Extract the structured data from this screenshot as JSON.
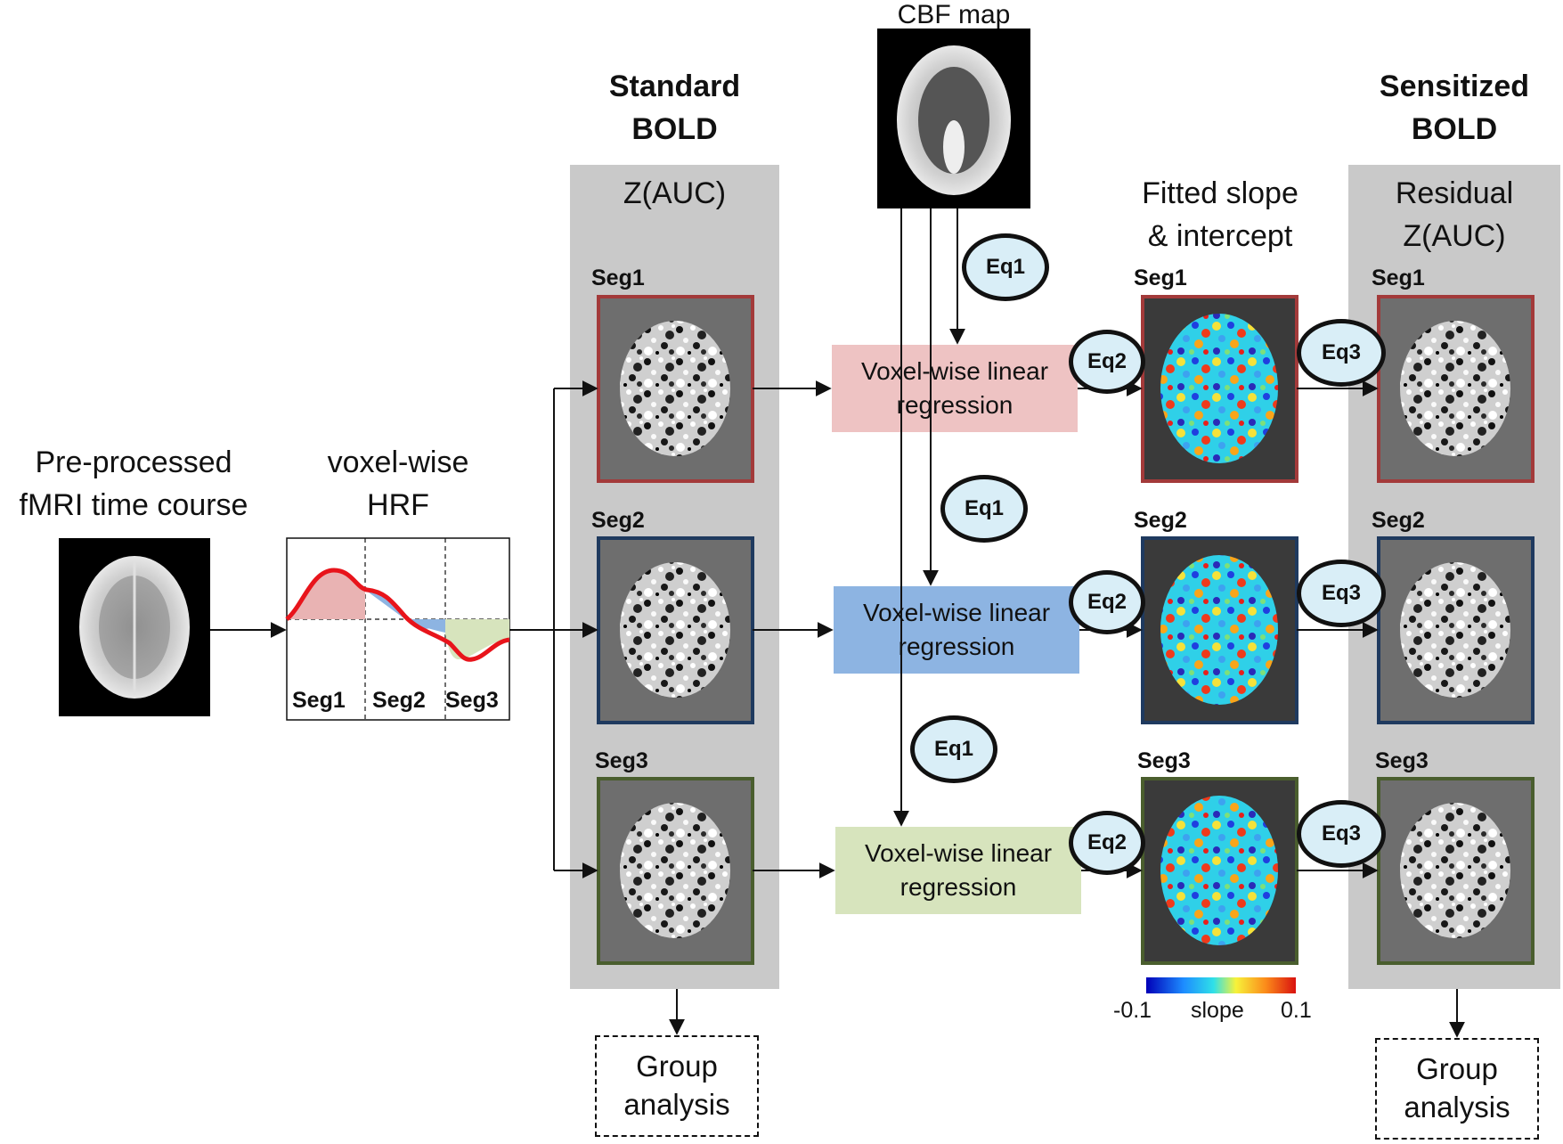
{
  "input": {
    "title_line1": "Pre-processed",
    "title_line2": "fMRI  time course"
  },
  "hrf": {
    "title_line1": "voxel-wise",
    "title_line2": "HRF",
    "segments": [
      "Seg1",
      "Seg2",
      "Seg3"
    ]
  },
  "standard": {
    "header_line1": "Standard",
    "header_line2": "BOLD",
    "panel_label": "Z(AUC)",
    "segments": [
      "Seg1",
      "Seg2",
      "Seg3"
    ],
    "group_line1": "Group",
    "group_line2": "analysis"
  },
  "cbf": {
    "label": "CBF map"
  },
  "regression": {
    "line1": "Voxel-wise linear",
    "line2": "regression"
  },
  "equations": {
    "eq1": "Eq1",
    "eq2": "Eq2",
    "eq3": "Eq3"
  },
  "fitted": {
    "title_line1": "Fitted slope",
    "title_line2": "& intercept",
    "segments": [
      "Seg1",
      "Seg2",
      "Seg3"
    ],
    "colorbar": {
      "min_label": "-0.1",
      "mid_label": "slope",
      "max_label": "0.1"
    }
  },
  "sensitized": {
    "header_line1": "Sensitized",
    "header_line2": "BOLD",
    "panel_line1": "Residual",
    "panel_line2": "Z(AUC)",
    "segments": [
      "Seg1",
      "Seg2",
      "Seg3"
    ],
    "group_line1": "Group",
    "group_line2": "analysis"
  },
  "colors": {
    "seg1": "#a33a3a",
    "seg2": "#1f3a5f",
    "seg3": "#4a5e2e",
    "reg1_fill": "#eec3c3",
    "reg2_fill": "#8db4e2",
    "reg3_fill": "#d7e4bd",
    "panel_gray": "#c9c9c9",
    "hrf_curve": "#e8141b",
    "eq_fill": "#d9eef7"
  }
}
